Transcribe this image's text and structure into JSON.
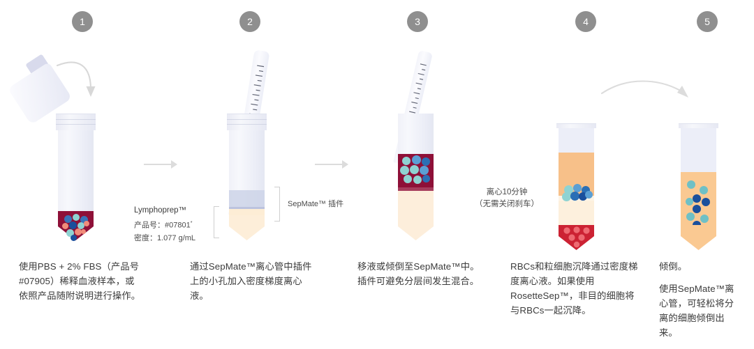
{
  "diagram": {
    "title": "SepMate PBMC isolation workflow",
    "steps": [
      {
        "number": "1",
        "caption": "使用PBS + 2% FBS（产品号 #07905）稀释血液样本，或依照产品随附说明进行操作。"
      },
      {
        "number": "2",
        "caption": "通过SepMate™离心管中插件上的小孔加入密度梯度离心液。"
      },
      {
        "number": "3",
        "caption": "移液或倾倒至SepMate™中。插件可避免分层间发生混合。"
      },
      {
        "number": "4",
        "caption": "RBCs和粒细胞沉降通过密度梯度离心液。如果使用RosetteSep™，非目的细胞将与RBCs一起沉降。"
      },
      {
        "number": "5",
        "caption_line1": "倾倒。",
        "caption_line2": "使用SepMate™离心管，可轻松将分离的细胞倾倒出来。"
      }
    ],
    "annotations": {
      "lymphoprep": {
        "name": "Lymphoprep™",
        "catalog": "产品号：#07801",
        "catalog_mark": "*",
        "density": "密度：1.077 g/mL"
      },
      "sepmate_insert": "SepMate™ 插件",
      "centrifuge_line1": "离心10分钟",
      "centrifuge_line2": "（无需关闭刹车）"
    },
    "colors": {
      "badge": "#8f8f8f",
      "arrow": "#dcdcdc",
      "blood_dark_red": "#8e1038",
      "rbc_red": "#d93a4a",
      "plasma_orange": "#f7c089",
      "gradient_cream": "#fdf0dd",
      "cell_blue": "#1a4f9c",
      "cell_light_blue": "#5b9fd4",
      "cell_teal": "#8fd3d2",
      "cell_salmon": "#f08c7a",
      "tube_plastic": "#eef0f8",
      "text": "#3b3b3b"
    }
  }
}
